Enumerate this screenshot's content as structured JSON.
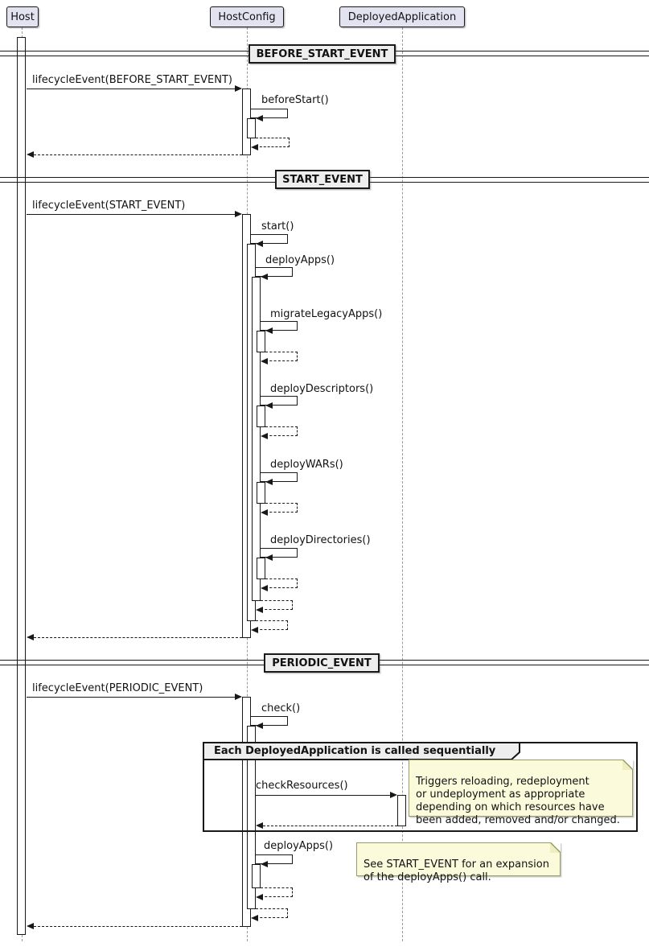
{
  "participants": [
    {
      "label": "Host"
    },
    {
      "label": "HostConfig"
    },
    {
      "label": "DeployedApplication"
    }
  ],
  "dividers": [
    {
      "label": "BEFORE_START_EVENT"
    },
    {
      "label": "START_EVENT"
    },
    {
      "label": "PERIODIC_EVENT"
    }
  ],
  "sections": {
    "before_start": {
      "call": "lifecycleEvent(BEFORE_START_EVENT)",
      "self_calls": {
        "before_start": "beforeStart()"
      }
    },
    "start": {
      "call": "lifecycleEvent(START_EVENT)",
      "self_calls": {
        "start": "start()",
        "deploy_apps": "deployApps()",
        "migrate_legacy_apps": "migrateLegacyApps()",
        "deploy_descriptors": "deployDescriptors()",
        "deploy_wars": "deployWARs()",
        "deploy_directories": "deployDirectories()"
      }
    },
    "periodic": {
      "call": "lifecycleEvent(PERIODIC_EVENT)",
      "self_calls": {
        "check": "check()",
        "deploy_apps": "deployApps()"
      },
      "cross_call": "checkResources()",
      "frame_label": "Each DeployedApplication is called sequentially",
      "notes": {
        "check_resources": "Triggers reloading, redeployment\nor undeployment as appropriate\ndepending on which resources have\nbeen added, removed and/or changed.",
        "deploy_apps": "See START_EVENT for an expansion\nof the deployApps() call."
      }
    }
  },
  "colors": {
    "participant_fill": "#E2E2F0",
    "participant_border": "#181818",
    "divider_fill": "#EEEEEE",
    "note_fill": "#FBFBDC",
    "note_border": "#9A9A64",
    "line": "#181818",
    "lifeline": "#999999"
  }
}
